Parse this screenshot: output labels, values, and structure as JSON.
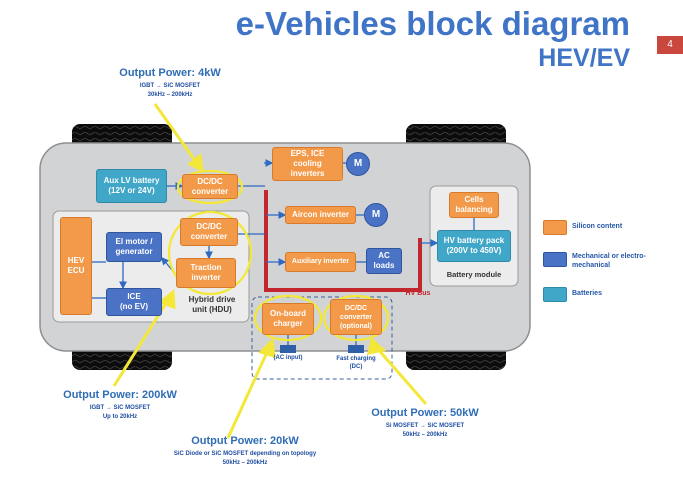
{
  "header": {
    "title": "e-Vehicles block diagram",
    "subtitle": "HEV/EV",
    "page_number": "4"
  },
  "blocks": {
    "aux_battery": "Aux LV battery\n(12V or 24V)",
    "dcdc_top": "DC/DC\nconverter",
    "eps": "EPS, ICE\ncooling\ninverters",
    "motor": "M",
    "aircon": "Aircon inverter",
    "auxiliary_inverter": "Auxiliary inverter",
    "ac_loads": "AC\nloads",
    "hv_bus": "HV Bus",
    "hev_ecu": "HEV\nECU",
    "el_motor": "El motor /\ngenerator",
    "ice": "ICE\n(no EV)",
    "dcdc_mid": "DC/DC\nconverter",
    "traction_inverter": "Traction\ninverter",
    "hdu_label": "Hybrid drive\nunit (HDU)",
    "onboard_charger": "On-board\ncharger",
    "dcdc_optional": "DC/DC\nconverter\n(optional)",
    "ac_input": "(AC input)",
    "fast_charging": "Fast charging\n(DC)",
    "cells_balancing": "Cells\nbalancing",
    "hv_battery": "HV battery pack\n(200V to 450V)",
    "battery_module": "Battery module"
  },
  "annotations": {
    "top": {
      "title": "Output Power: 4kW",
      "l1": "IGBT → SiC MOSFET",
      "l2": "30kHz – 200kHz"
    },
    "left": {
      "title": "Output Power:  200kW",
      "l1": "IGBT → SiC MOSFET",
      "l2": "Up to 20kHz"
    },
    "mid": {
      "title": "Output Power: 20kW",
      "l1": "SiC Diode or SiC MOSFET depending on topology",
      "l2": "50kHz – 200kHz"
    },
    "right": {
      "title": "Output Power: 50kW",
      "l1": "Si MOSFET → SiC MOSFET",
      "l2": "50kHz – 200kHz"
    }
  },
  "legend": [
    {
      "label": "Silicon content",
      "color": "#f39a4a"
    },
    {
      "label": "Mechanical or electro-mechanical",
      "color": "#4a73c6"
    },
    {
      "label": "Batteries",
      "color": "#41a7c8"
    }
  ]
}
